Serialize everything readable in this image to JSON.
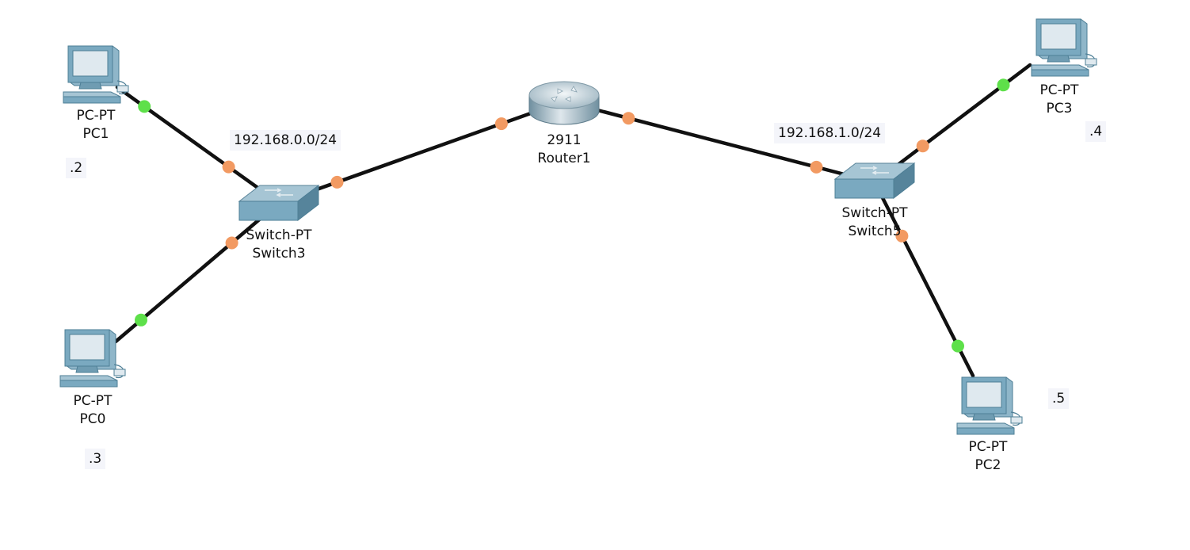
{
  "colors": {
    "link": "#111111",
    "port_up": "#5ee04a",
    "port_switch": "#f29a62",
    "device_body": "#7aa9c0",
    "device_dark": "#4e7f96",
    "screen": "#dfe9ef"
  },
  "networks": [
    {
      "label": "192.168.0.0/24"
    },
    {
      "label": "192.168.1.0/24"
    }
  ],
  "devices": {
    "router1": {
      "icon": "router-icon",
      "model": "2911",
      "name": "Router1"
    },
    "switch3": {
      "icon": "switch-icon",
      "model": "Switch-PT",
      "name": "Switch3"
    },
    "switch5": {
      "icon": "switch-icon",
      "model": "Switch-PT",
      "name": "Switch5"
    },
    "pc0": {
      "icon": "pc-icon",
      "model": "PC-PT",
      "name": "PC0",
      "host": ".3"
    },
    "pc1": {
      "icon": "pc-icon",
      "model": "PC-PT",
      "name": "PC1",
      "host": ".2"
    },
    "pc2": {
      "icon": "pc-icon",
      "model": "PC-PT",
      "name": "PC2",
      "host": ".5"
    },
    "pc3": {
      "icon": "pc-icon",
      "model": "PC-PT",
      "name": "PC3",
      "host": ".4"
    }
  },
  "links": [
    {
      "from": "pc1",
      "to": "switch3",
      "from_status": "up",
      "to_status": "switch"
    },
    {
      "from": "pc0",
      "to": "switch3",
      "from_status": "up",
      "to_status": "switch"
    },
    {
      "from": "switch3",
      "to": "router1",
      "from_status": "switch",
      "to_status": "switch"
    },
    {
      "from": "router1",
      "to": "switch5",
      "from_status": "switch",
      "to_status": "switch"
    },
    {
      "from": "pc3",
      "to": "switch5",
      "from_status": "up",
      "to_status": "switch"
    },
    {
      "from": "pc2",
      "to": "switch5",
      "from_status": "up",
      "to_status": "switch"
    }
  ]
}
